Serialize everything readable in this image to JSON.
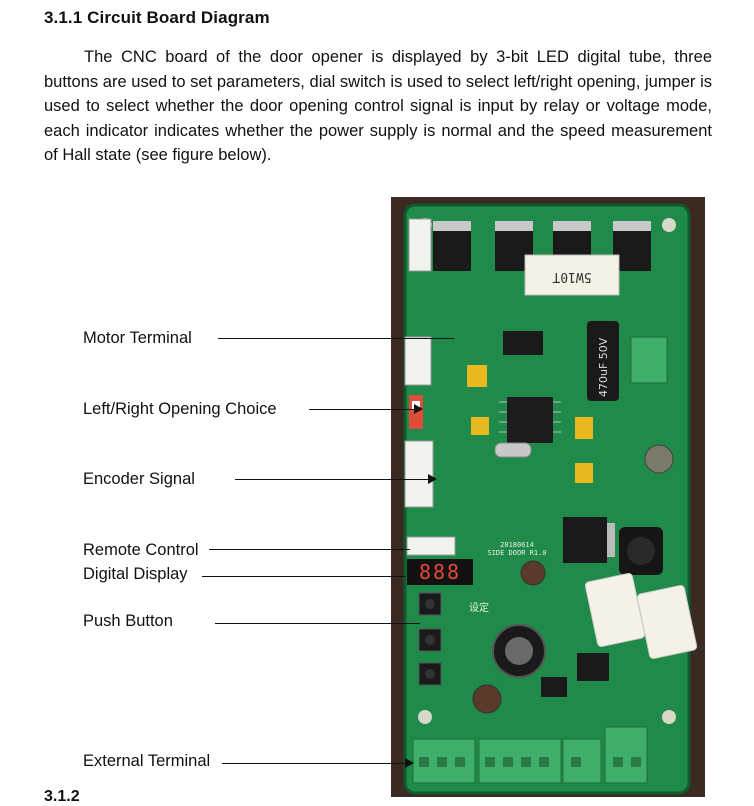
{
  "section": {
    "heading": "3.1.1 Circuit Board Diagram",
    "paragraph": "The CNC board of the door opener is displayed by 3-bit LED digital tube, three buttons are used to set parameters, dial switch is used to select left/right opening, jumper is used to select whether the door opening control signal is input by relay or voltage mode, each indicator indicates whether the power supply is normal and the speed measurement of Hall state (see figure below)."
  },
  "labels": {
    "motor_terminal": "Motor Terminal",
    "left_right_choice": "Left/Right Opening Choice",
    "encoder_signal": "Encoder Signal",
    "remote_control": "Remote Control",
    "digital_display": "Digital Display",
    "push_button": "Push Button",
    "external_terminal": "External Terminal"
  },
  "board": {
    "resistor_marking": "5W10T",
    "capacitor_marking": "470uF 50V",
    "pcb_text": "20180614 SIDE DOOR R1.0",
    "display_digits": "888",
    "setting_label": "设定"
  },
  "next_heading": "3.1.2",
  "colors": {
    "pcb_green": "#1f8a4a",
    "terminal_green": "#3fae6a"
  }
}
